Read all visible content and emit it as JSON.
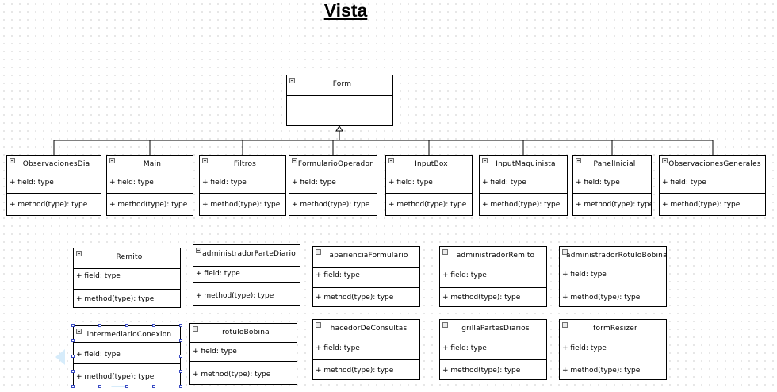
{
  "diagram": {
    "title": "Vista"
  },
  "parent": {
    "name": "Form"
  },
  "children": [
    {
      "name": "ObservacionesDia",
      "field": "+ field: type",
      "method": "+ method(type): type"
    },
    {
      "name": "Main",
      "field": "+ field: type",
      "method": "+ method(type): type"
    },
    {
      "name": "Filtros",
      "field": "+ field: type",
      "method": "+ method(type): type"
    },
    {
      "name": "FormularioOperador",
      "field": "+ field: type",
      "method": "+ method(type): type"
    },
    {
      "name": "InputBox",
      "field": "+ field: type",
      "method": "+ method(type): type"
    },
    {
      "name": "InputMaquinista",
      "field": "+ field: type",
      "method": "+ method(type): type"
    },
    {
      "name": "PanelInicial",
      "field": "+ field: type",
      "method": "+ method(type): type"
    },
    {
      "name": "ObservacionesGenerales",
      "field": "+ field: type",
      "method": "+ method(type): type"
    }
  ],
  "others": [
    {
      "name": "Remito",
      "field": "+ field: type",
      "method": "+ method(type): type"
    },
    {
      "name": "administradorParteDiario",
      "field": "+ field: type",
      "method": "+ method(type): type"
    },
    {
      "name": "aparienciaFormulario",
      "field": "+ field: type",
      "method": "+ method(type): type"
    },
    {
      "name": "administradorRemito",
      "field": "+ field: type",
      "method": "+ method(type): type"
    },
    {
      "name": "administradorRotuloBobina",
      "field": "+ field: type",
      "method": "+ method(type): type"
    },
    {
      "name": "intermediarioConexion",
      "field": "+ field: type",
      "method": "+ method(type): type"
    },
    {
      "name": "rotuloBobina",
      "field": "+ field: type",
      "method": "+ method(type): type"
    },
    {
      "name": "hacedorDeConsultas",
      "field": "+ field: type",
      "method": "+ method(type): type"
    },
    {
      "name": "grillaPartesDiarios",
      "field": "+ field: type",
      "method": "+ method(type): type"
    },
    {
      "name": "formResizer",
      "field": "+ field: type",
      "method": "+ method(type): type"
    }
  ],
  "colors": {
    "line": "#000000",
    "selection": "#3a4cc4",
    "ghost": "#d6ecfb"
  },
  "selected_class": "intermediarioConexion"
}
